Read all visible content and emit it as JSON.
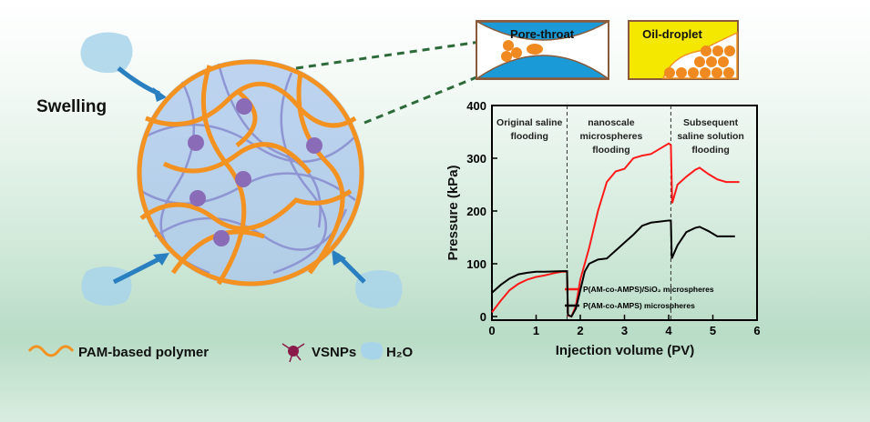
{
  "labels": {
    "swelling": "Swelling",
    "pore_throat": "Pore-throat",
    "oil_droplet": "Oil-droplet"
  },
  "legend": {
    "polymer": "PAM-based polymer",
    "vsnps": "VSNPs",
    "water": "H₂O"
  },
  "colors": {
    "polymer": "#f39220",
    "sphere": "#a9c6ec",
    "particle": "#8a6bb8",
    "water": "#a8d4ea",
    "red": "#ff1a1a",
    "black": "#000000"
  },
  "chart_data": {
    "type": "line",
    "xlabel": "Injection volume (PV)",
    "ylabel": "Pressure (kPa)",
    "xlim": [
      0,
      6
    ],
    "ylim": [
      0,
      400
    ],
    "xticks": [
      "0",
      "1",
      "2",
      "3",
      "4",
      "5",
      "6"
    ],
    "yticks": [
      "0",
      "100",
      "200",
      "300",
      "400"
    ],
    "phase_dividers": [
      1.7,
      4.05
    ],
    "annotations": [
      {
        "text": [
          "Original saline",
          "flooding"
        ],
        "x": 0.85
      },
      {
        "text": [
          "nanoscale",
          "microspheres",
          "flooding"
        ],
        "x": 2.7
      },
      {
        "text": [
          "Subsequent",
          "saline solution",
          "flooding"
        ],
        "x": 4.95
      }
    ],
    "series": [
      {
        "name": "P(AM-co-AMPS)/SiO₂ microspheres",
        "color": "#ff1a1a",
        "x": [
          0,
          0.2,
          0.4,
          0.6,
          0.8,
          1.0,
          1.2,
          1.4,
          1.6,
          1.7,
          1.72,
          1.8,
          1.9,
          2.0,
          2.2,
          2.4,
          2.6,
          2.8,
          3.0,
          3.2,
          3.4,
          3.6,
          3.8,
          4.0,
          4.05,
          4.08,
          4.2,
          4.4,
          4.6,
          4.7,
          4.9,
          5.1,
          5.3,
          5.6
        ],
        "y": [
          8,
          30,
          50,
          62,
          70,
          75,
          78,
          82,
          85,
          85,
          2,
          0,
          20,
          70,
          130,
          200,
          255,
          275,
          280,
          300,
          305,
          308,
          318,
          328,
          325,
          215,
          250,
          265,
          278,
          282,
          270,
          260,
          255,
          255
        ]
      },
      {
        "name": "P(AM-co-AMPS) microspheres",
        "color": "#000000",
        "x": [
          0,
          0.2,
          0.4,
          0.6,
          0.8,
          1.0,
          1.2,
          1.6,
          1.7,
          1.72,
          1.8,
          1.9,
          2.0,
          2.1,
          2.2,
          2.4,
          2.6,
          2.8,
          3.0,
          3.2,
          3.4,
          3.6,
          3.8,
          4.0,
          4.05,
          4.07,
          4.2,
          4.4,
          4.6,
          4.7,
          4.9,
          5.1,
          5.3,
          5.5
        ],
        "y": [
          45,
          60,
          72,
          80,
          83,
          85,
          85,
          86,
          86,
          3,
          0,
          15,
          50,
          85,
          100,
          108,
          110,
          125,
          140,
          155,
          172,
          178,
          180,
          182,
          182,
          110,
          135,
          160,
          168,
          170,
          162,
          152,
          152,
          152
        ]
      }
    ],
    "legend_placement": "center-right"
  }
}
